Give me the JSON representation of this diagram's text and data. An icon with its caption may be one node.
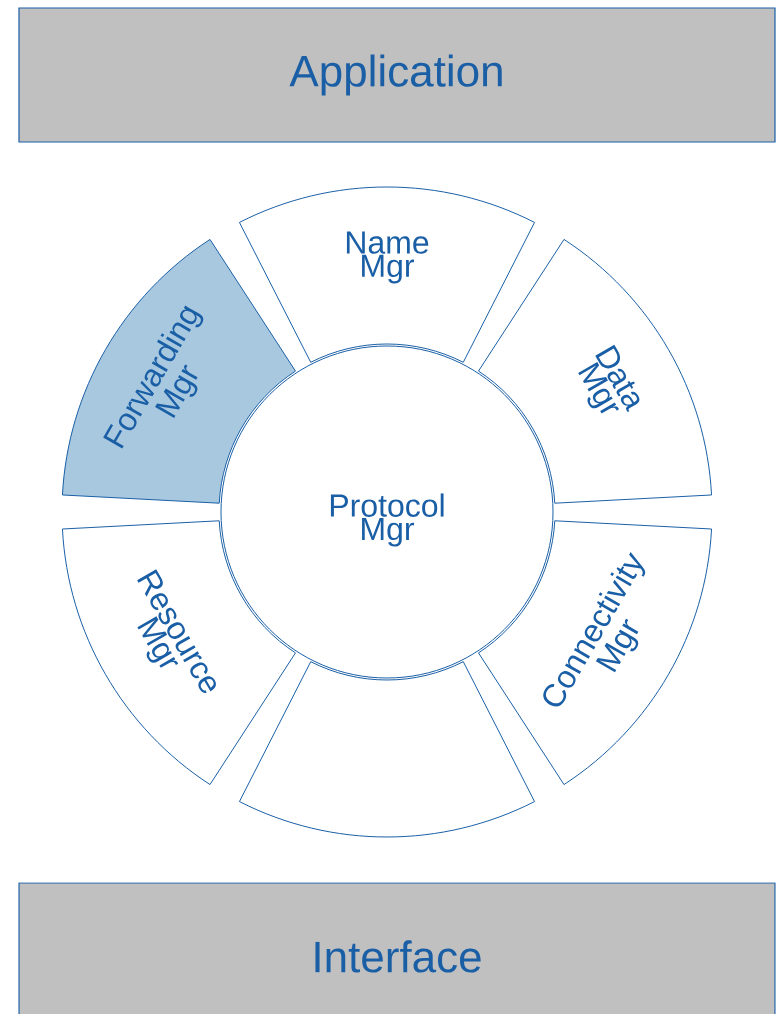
{
  "diagram": {
    "nodes": [
      {
        "text": [
          "Application"
        ]
      },
      {
        "text": [
          "Name Mgr"
        ]
      },
      {
        "text": [
          "Data Mgr"
        ]
      },
      {
        "text": [
          "Connectivity Mgr"
        ]
      },
      {
        "text": [],
        "shape": "sector"
      },
      {
        "text": [
          "Resource Mgr"
        ]
      },
      {
        "text": [
          "Forwarding Mgr"
        ]
      },
      {
        "text": [
          "Protocol Mgr"
        ]
      },
      {
        "text": [
          "Interface"
        ]
      }
    ]
  }
}
